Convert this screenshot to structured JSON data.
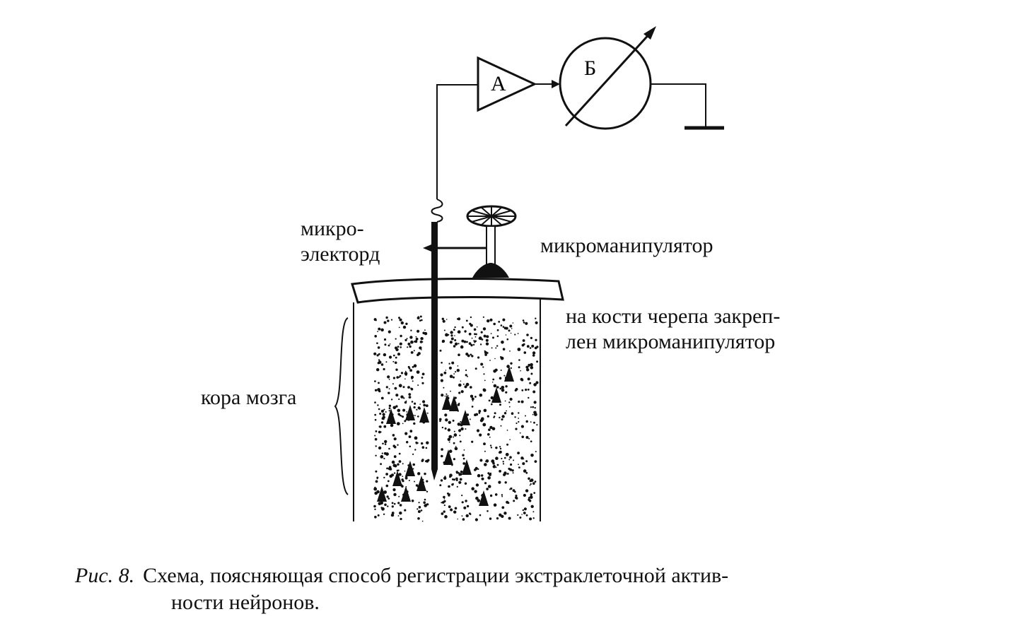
{
  "blocks": {
    "amplifier_letter": "А",
    "recorder_letter": "Б"
  },
  "labels": {
    "electrode_line1": "микро-",
    "electrode_line2": "электорд",
    "manipulator": "микроманипулятор",
    "skull_line1": "на кости черепа закреп-",
    "skull_line2": "лен микроманипулятор",
    "cortex": "кора мозга"
  },
  "caption": {
    "prefix": "Рис. 8.",
    "line1": "Схема, поясняющая способ регистрации экстраклеточной актив-",
    "line2": "ности нейронов."
  }
}
